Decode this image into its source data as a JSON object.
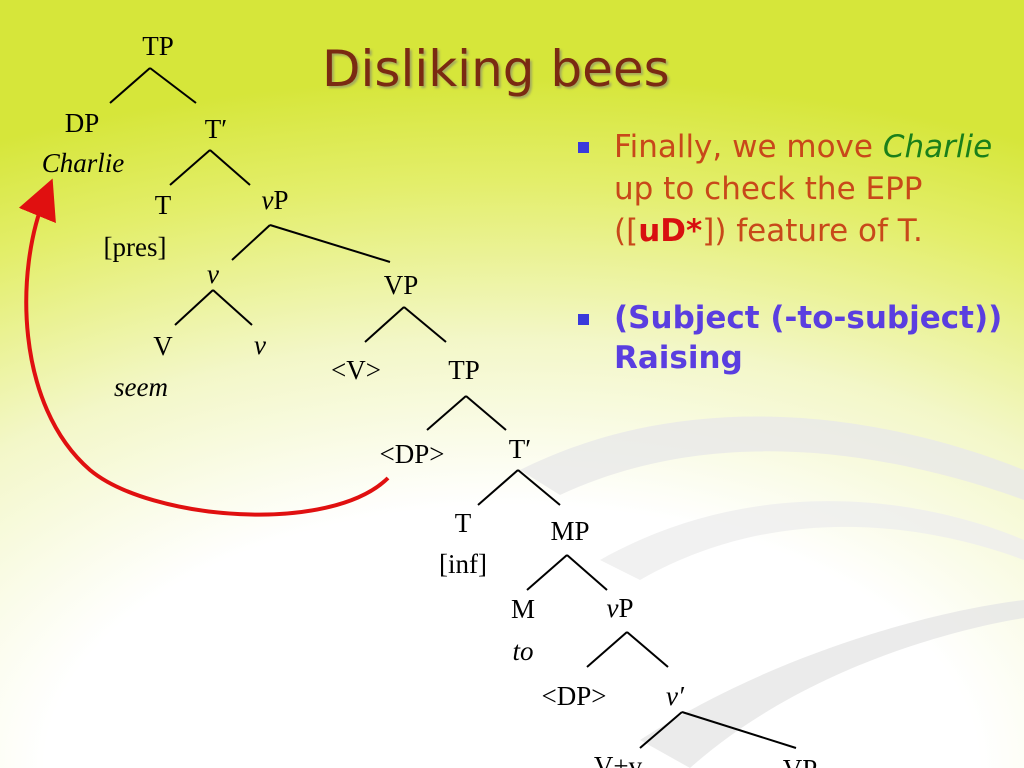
{
  "slide": {
    "title": "Disliking bees",
    "bullet1": {
      "part1": "Finally, we move",
      "part2_green": "Charlie",
      "part3": " up to check the EPP ([",
      "part4_red": "uD*",
      "part5": "]) feature of T."
    },
    "bullet2": "(Subject (-to-subject)) Raising"
  },
  "tree": {
    "tp1": "TP",
    "dp1": "DP",
    "charlie": "Charlie",
    "tbar1": "T′",
    "t1": "T",
    "pres": "[pres]",
    "vp1_v": "v",
    "vp1_p": "P",
    "vlittle1": "v",
    "vp2": "VP",
    "V1": "V",
    "vlittle2": "v",
    "seem": "seem",
    "vtrace": "<V>",
    "tp2": "TP",
    "dptrace1": "<DP>",
    "tbar2": "T′",
    "t2": "T",
    "inf": "[inf]",
    "mp": "MP",
    "m": "M",
    "to": "to",
    "vp3_v": "v",
    "vp3_p": "P",
    "dptrace2": "<DP>",
    "vbar": "v′",
    "vplusv": "V+v",
    "vp4": "VP"
  },
  "colors": {
    "title": "#7a2a12",
    "arrow": "#e01010",
    "bullet_mark": "#3a3adb"
  }
}
